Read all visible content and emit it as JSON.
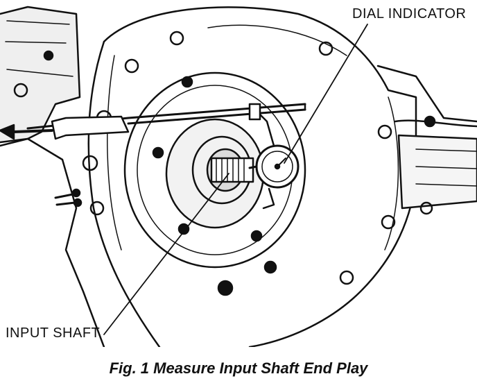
{
  "labels": {
    "dial_indicator": "DIAL INDICATOR",
    "input_shaft": "INPUT SHAFT"
  },
  "caption": "Fig. 1 Measure Input Shaft End Play",
  "colors": {
    "ink": "#111111",
    "paper": "#ffffff",
    "shade": "#d6d6d6"
  }
}
